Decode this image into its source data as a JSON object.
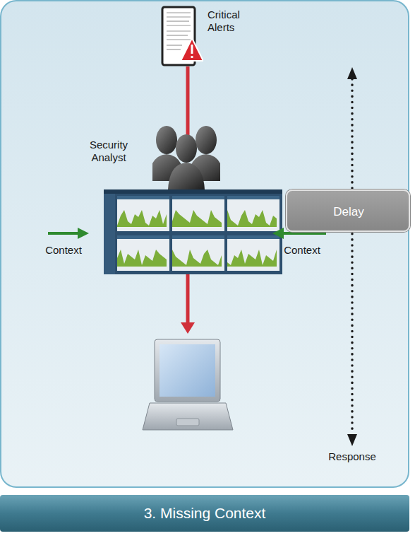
{
  "diagram": {
    "title": "3. Missing Context",
    "nodes": [
      {
        "text": [
          "Critical Alerts"
        ]
      },
      {
        "text": [
          "Security Analyst"
        ]
      },
      {
        "text": [
          "Delay"
        ]
      }
    ],
    "edges": [
      {
        "from": 0,
        "to": 1,
        "arrow": "none"
      }
    ],
    "labels": [
      "Context",
      "Context",
      "Response"
    ]
  }
}
